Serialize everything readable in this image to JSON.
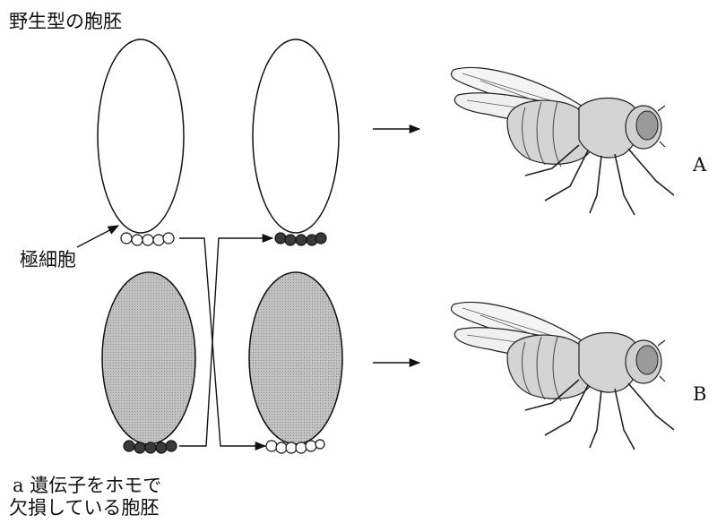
{
  "labels": {
    "title": "野生型の胞胚",
    "pole_cells": "極細胞",
    "mutant_line1": "a 遺伝子をホモで",
    "mutant_line2": "欠損している胞胚",
    "result_a": "A",
    "result_b": "B"
  },
  "colors": {
    "embryo_wild_fill": "#ffffff",
    "embryo_mutant_fill": "#b9b9b9",
    "pole_cell_wild": "#ffffff",
    "pole_cell_mutant": "#3a3a3a",
    "stroke": "#111111",
    "fly_body": "#d4d4d4",
    "fly_eye": "#9a9a9a"
  }
}
